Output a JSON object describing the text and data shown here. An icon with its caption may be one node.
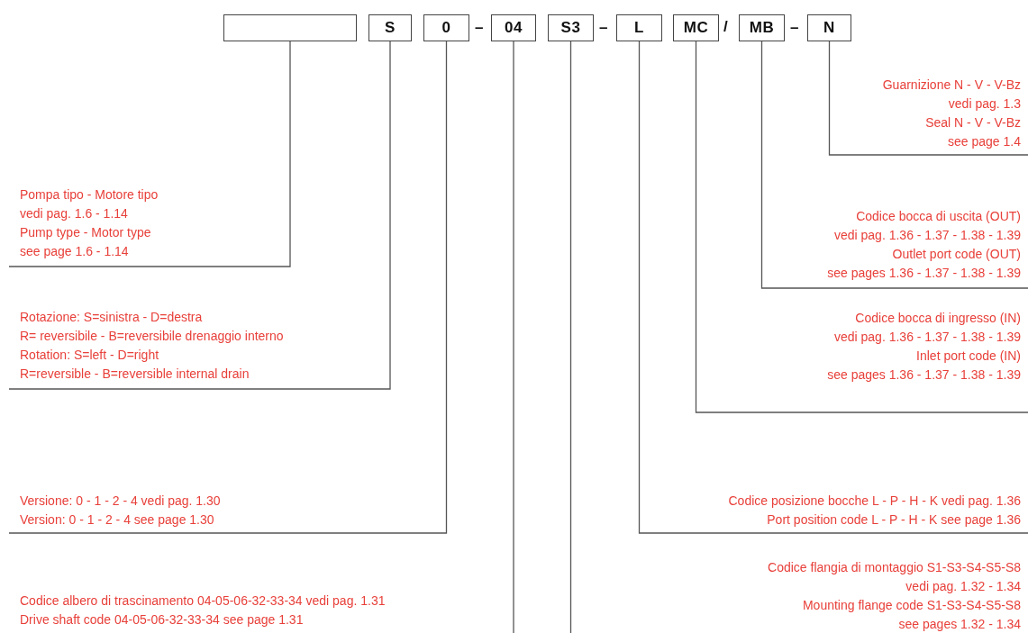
{
  "diagram": {
    "nodes": [
      {
        "text": [],
        "shape": "box"
      },
      {
        "text": [
          "S"
        ]
      },
      {
        "text": [
          "0"
        ]
      },
      {
        "text": [
          "04"
        ]
      },
      {
        "text": [
          "S3"
        ]
      },
      {
        "text": [
          "L"
        ]
      },
      {
        "text": [
          "MC"
        ]
      },
      {
        "text": [
          "MB"
        ]
      },
      {
        "text": [
          "N"
        ]
      },
      {
        "text": [
          "Guarnizione N - V - V-Bz",
          "vedi pag. 1.3",
          "Seal N - V - V-Bz",
          "see page 1.4"
        ]
      },
      {
        "text": [
          "Pompa tipo -  Motore tipo",
          "vedi pag. 1.6 - 1.14",
          "Pump type - Motor type",
          "see page 1.6 - 1.14"
        ]
      },
      {
        "text": [
          "Codice bocca di uscita (OUT)",
          "vedi pag. 1.36 - 1.37 - 1.38 - 1.39",
          "Outlet port code (OUT)",
          "see pages 1.36 - 1.37 - 1.38 - 1.39"
        ]
      },
      {
        "text": [
          "Codice bocca di ingresso (IN)",
          "vedi pag. 1.36 - 1.37 - 1.38 - 1.39",
          "Inlet port code (IN)",
          "see pages 1.36 - 1.37 - 1.38 - 1.39"
        ]
      },
      {
        "text": [
          "Rotazione: S=sinistra - D=destra",
          "R= reversibile - B=reversibile drenaggio interno",
          "Rotation: S=left - D=right",
          "R=reversible - B=reversible internal drain"
        ]
      },
      {
        "text": [
          "Versione: 0 - 1 - 2 - 4 vedi pag. 1.30",
          "Version: 0 - 1 - 2 - 4 see page 1.30"
        ]
      },
      {
        "text": [
          "Codice posizione bocche L - P - H - K vedi pag. 1.36",
          "Port position code L - P - H - K see page 1.36"
        ]
      }
    ],
    "edges": [
      {
        "from": 9,
        "to": 8,
        "arrow": "none"
      },
      {
        "from": 10,
        "to": 0,
        "arrow": "none"
      },
      {
        "from": 11,
        "to": 7,
        "arrow": "none"
      },
      {
        "from": 12,
        "to": 6,
        "arrow": "none"
      },
      {
        "from": 13,
        "to": 1,
        "arrow": "none"
      },
      {
        "from": 14,
        "to": 2,
        "arrow": "none"
      },
      {
        "from": 15,
        "to": 5,
        "arrow": "none"
      },
      {
        "from": 3,
        "to": null,
        "arrow": "none"
      },
      {
        "from": 4,
        "to": null,
        "arrow": "none"
      }
    ],
    "labels": [
      "–",
      "–",
      "/",
      "–",
      "Codice flangia di montaggio S1-S3-S4-S5-S8",
      "vedi pag. 1.32 - 1.34",
      "Mounting flange code S1-S3-S4-S5-S8",
      "see pages 1.32 - 1.34",
      "Codice albero di trascinamento 04-05-06-32-33-34 vedi pag. 1.31",
      "Drive shaft code 04-05-06-32-33-34 see page 1.31"
    ]
  }
}
